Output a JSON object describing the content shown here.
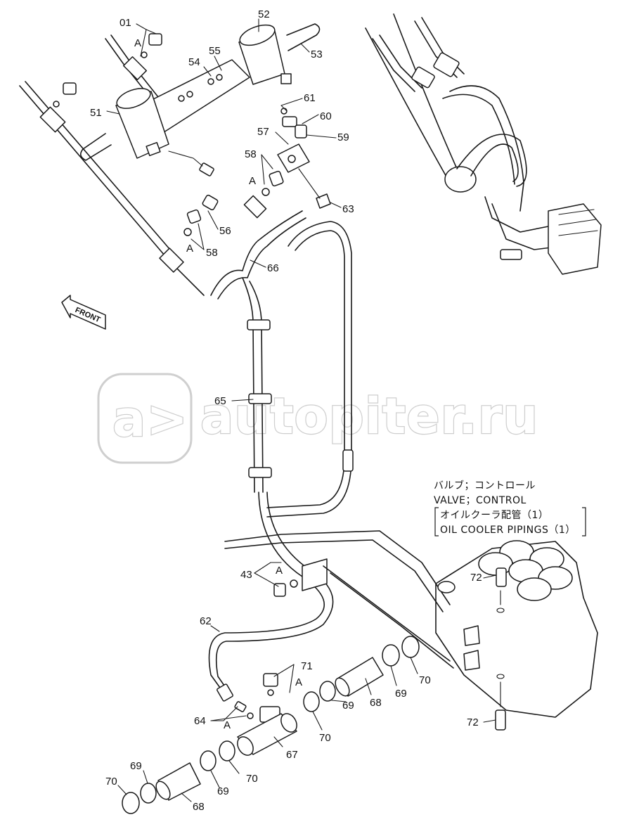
{
  "labels": {
    "p01": "01",
    "p52": "52",
    "p53": "53",
    "p54": "54",
    "p55": "55",
    "p51": "51",
    "p61": "61",
    "p60": "60",
    "p57": "57",
    "p59": "59",
    "p58a": "58",
    "p58b": "58",
    "p56": "56",
    "p63": "63",
    "p66": "66",
    "p65": "65",
    "p43": "43",
    "p62": "62",
    "p71": "71",
    "p64": "64",
    "p72a": "72",
    "p72b": "72",
    "p70a": "70",
    "p69a": "69",
    "p68a": "68",
    "p69b": "69",
    "p70b": "70",
    "p67": "67",
    "p70c": "70",
    "p69c": "69",
    "p68b": "68",
    "p70d": "70",
    "p69d": "69"
  },
  "ref_a": "A",
  "front_arrow": "FRONT",
  "watermark": {
    "logo": "a>",
    "text": "autopiter.ru"
  },
  "note": {
    "line1": "バルブ；コントロール",
    "line2": "VALVE；CONTROL",
    "line3": "オイルクーラ配管（1）",
    "line4": "OIL COOLER PIPINGS（1）"
  }
}
